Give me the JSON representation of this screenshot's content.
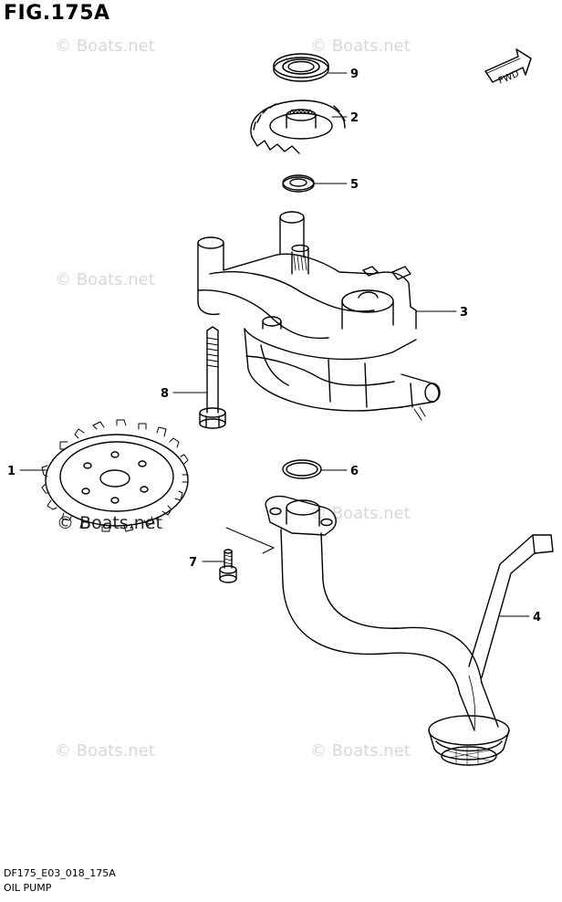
{
  "figure": {
    "title": "FIG.175A",
    "code": "DF175_E03_018_175A",
    "part_name": "OIL PUMP",
    "direction_label": "FWD"
  },
  "watermark": "© Boats.net",
  "callouts": [
    {
      "id": "9",
      "label": "9"
    },
    {
      "id": "2",
      "label": "2"
    },
    {
      "id": "5",
      "label": "5"
    },
    {
      "id": "3",
      "label": "3"
    },
    {
      "id": "8",
      "label": "8"
    },
    {
      "id": "1",
      "label": "1"
    },
    {
      "id": "6",
      "label": "6"
    },
    {
      "id": "7",
      "label": "7"
    },
    {
      "id": "4",
      "label": "4"
    }
  ],
  "colors": {
    "line": "#000000",
    "background": "#ffffff",
    "watermark": "#d8d8d8"
  }
}
